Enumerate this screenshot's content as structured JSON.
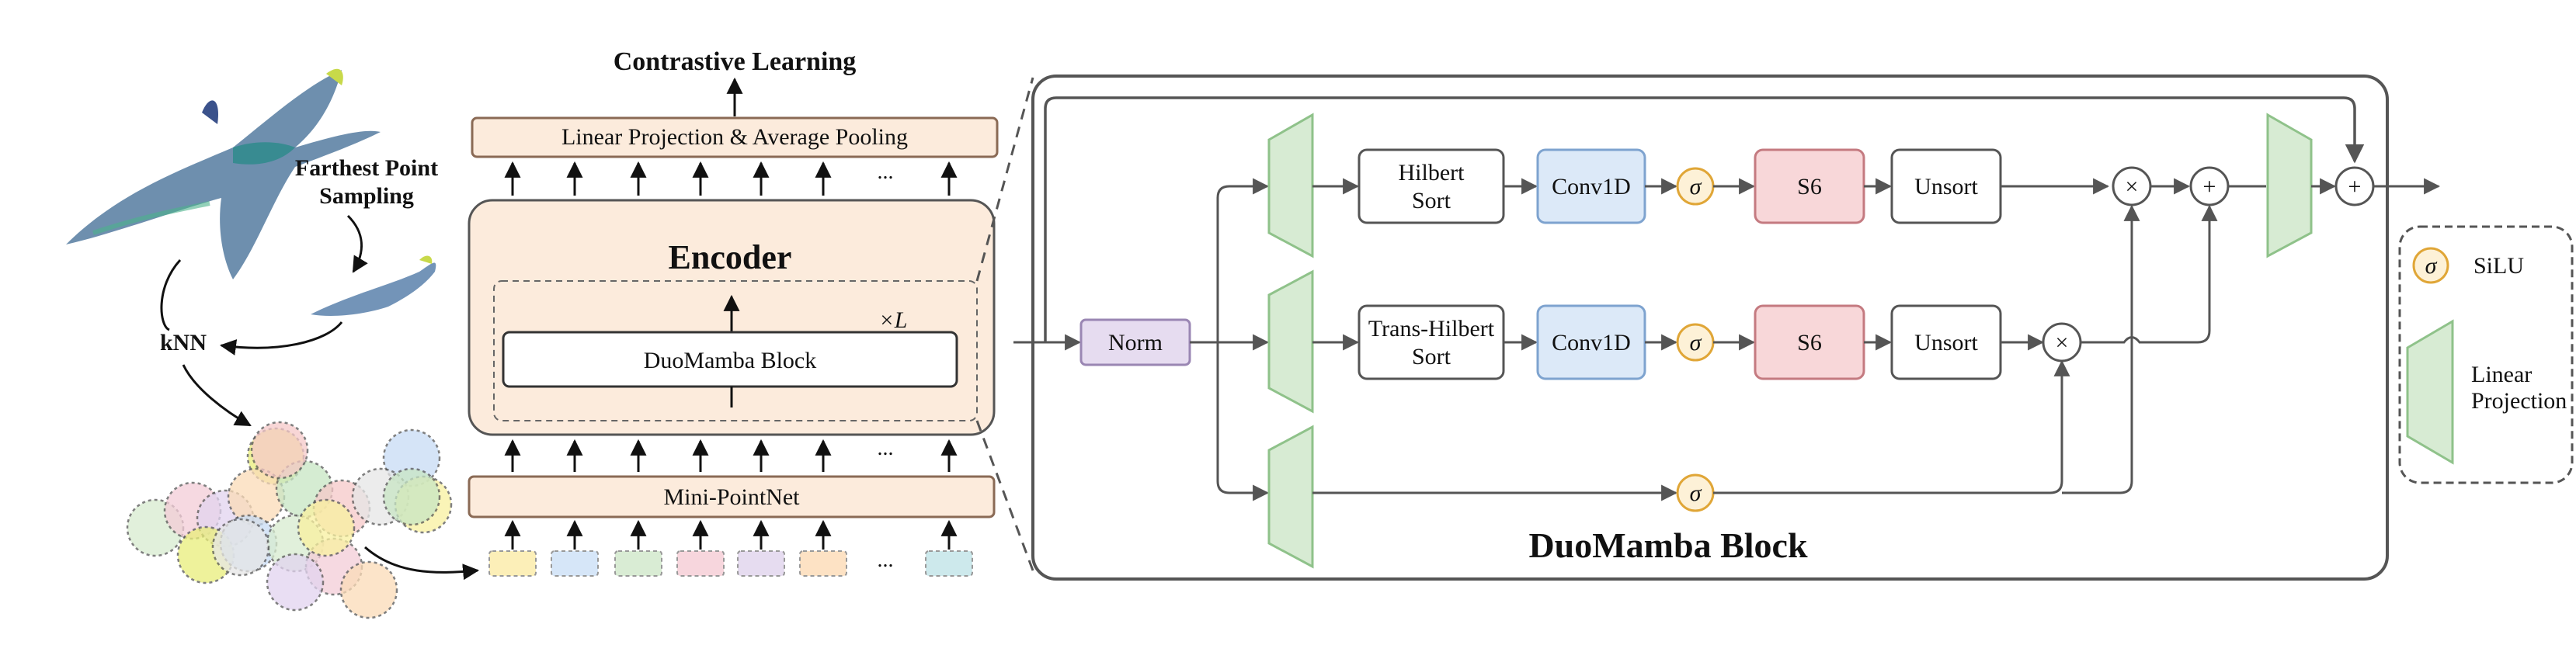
{
  "pipeline": {
    "fps_label_line1": "Farthest Point",
    "fps_label_line2": "Sampling",
    "knn_label": "kNN",
    "token_ellipsis": "...",
    "token_colors": [
      "#fcefb8",
      "#d6e6f8",
      "#d9ecd4",
      "#f7d6dd",
      "#e6dcf0",
      "#fde2c4",
      "#cde9ec"
    ],
    "cluster_colors": [
      "#e9ee7a",
      "#c7dcf5",
      "#d8eccf",
      "#f4cdd8",
      "#e2d4ef",
      "#fbdcb8",
      "#c8e6c4",
      "#f6c9c9",
      "#e6e6e6",
      "#f9f1a0"
    ]
  },
  "encoder": {
    "top_title": "Contrastive Learning",
    "projection_label": "Linear Projection & Average Pooling",
    "title": "Encoder",
    "block_label": "DuoMamba Block",
    "repeat_label": "×L",
    "arrow_ellipsis": "...",
    "pointnet_label": "Mini-PointNet"
  },
  "block": {
    "title": "DuoMamba Block",
    "norm": "Norm",
    "row1_sort_line1": "Hilbert",
    "row1_sort_line2": "Sort",
    "row2_sort_line1": "Trans-Hilbert",
    "row2_sort_line2": "Sort",
    "conv": "Conv1D",
    "s6": "S6",
    "unsort": "Unsort",
    "sigma": "σ",
    "times": "×",
    "plus": "+"
  },
  "legend": {
    "silu_symbol": "σ",
    "silu_label": "SiLU",
    "proj_line1": "Linear",
    "proj_line2": "Projection"
  },
  "colors": {
    "peach_fill": "#fcebdc",
    "peach_stroke": "#8a6a55",
    "norm_fill": "#e6dcf0",
    "norm_stroke": "#9a86b3",
    "conv_fill": "#dce9f8",
    "conv_stroke": "#7ea3cf",
    "s6_fill": "#f8d7d9",
    "s6_stroke": "#c47a80",
    "sigma_fill": "#fdf1d7",
    "sigma_stroke": "#e0a637",
    "proj_fill": "#d7ebd3",
    "proj_stroke": "#8fc28a",
    "line": "#555555"
  }
}
